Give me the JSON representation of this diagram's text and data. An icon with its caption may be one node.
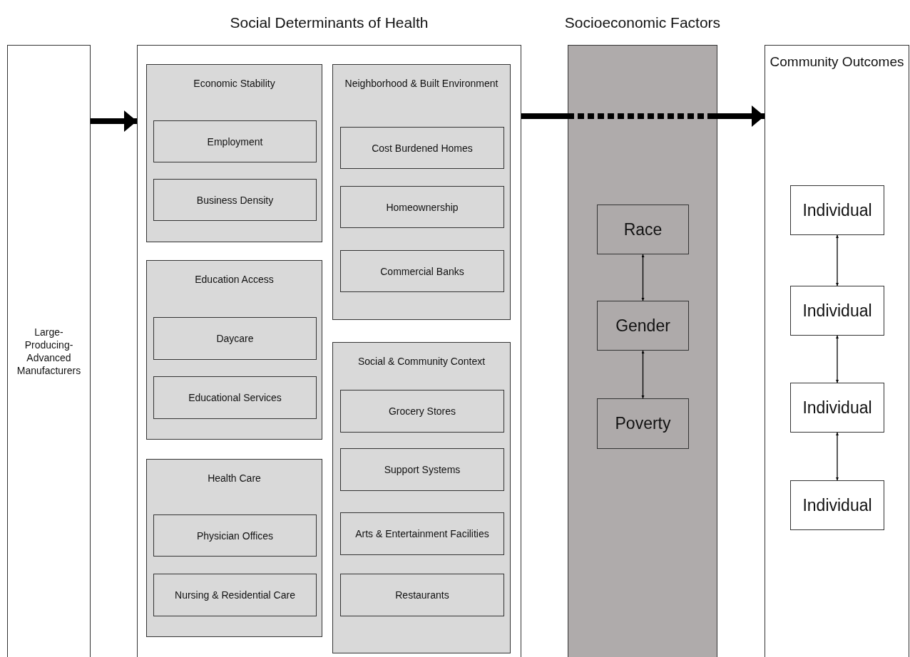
{
  "diagram": {
    "nodes": [
      {
        "text": [
          "Large- Producing- Advanced Manufacturers"
        ]
      },
      {
        "text": [
          "Social Determinants of Health"
        ]
      },
      {
        "text": [
          "Economic Stability"
        ],
        "in": 1
      },
      {
        "text": [
          "Employment"
        ],
        "in": 2
      },
      {
        "text": [
          "Business Density"
        ],
        "in": 2
      },
      {
        "text": [
          "Neighborhood & Built Environment"
        ],
        "in": 1
      },
      {
        "text": [
          "Cost Burdened Homes"
        ],
        "in": 5
      },
      {
        "text": [
          "Homeownership"
        ],
        "in": 5
      },
      {
        "text": [
          "Commercial Banks"
        ],
        "in": 5
      },
      {
        "text": [
          "Education Access"
        ],
        "in": 1
      },
      {
        "text": [
          "Daycare"
        ],
        "in": 9
      },
      {
        "text": [
          "Educational Services"
        ],
        "in": 9
      },
      {
        "text": [
          "Social & Community Context"
        ],
        "in": 1
      },
      {
        "text": [
          "Grocery Stores"
        ],
        "in": 12
      },
      {
        "text": [
          "Support Systems"
        ],
        "in": 12
      },
      {
        "text": [
          "Arts & Entertainment Facilities"
        ],
        "in": 12
      },
      {
        "text": [
          "Restaurants"
        ],
        "in": 12
      },
      {
        "text": [
          "Health Care"
        ],
        "in": 1
      },
      {
        "text": [
          "Physician Offices"
        ],
        "in": 17
      },
      {
        "text": [
          "Nursing & Residential Care"
        ],
        "in": 17
      },
      {
        "text": [
          "Socioeconomic Factors"
        ]
      },
      {
        "text": [
          "Race"
        ],
        "in": 20
      },
      {
        "text": [
          "Gender"
        ],
        "in": 20
      },
      {
        "text": [
          "Poverty"
        ],
        "in": 20
      },
      {
        "text": [
          "Community Outcomes"
        ]
      },
      {
        "text": [
          "Individual"
        ],
        "in": 24
      },
      {
        "text": [
          "Individual"
        ],
        "in": 24
      },
      {
        "text": [
          "Individual"
        ],
        "in": 24
      },
      {
        "text": [
          "Individual"
        ],
        "in": 24
      }
    ],
    "edges": [
      {
        "from": 0,
        "to": 1,
        "arrow": "to",
        "style": "thick"
      },
      {
        "from": 1,
        "to": 24,
        "arrow": "to",
        "style": "thick"
      },
      {
        "from": 21,
        "to": 22,
        "arrow": "both"
      },
      {
        "from": 22,
        "to": 23,
        "arrow": "both"
      },
      {
        "from": 25,
        "to": 26,
        "arrow": "both"
      },
      {
        "from": 26,
        "to": 27,
        "arrow": "both"
      },
      {
        "from": 27,
        "to": 28,
        "arrow": "both"
      }
    ]
  }
}
